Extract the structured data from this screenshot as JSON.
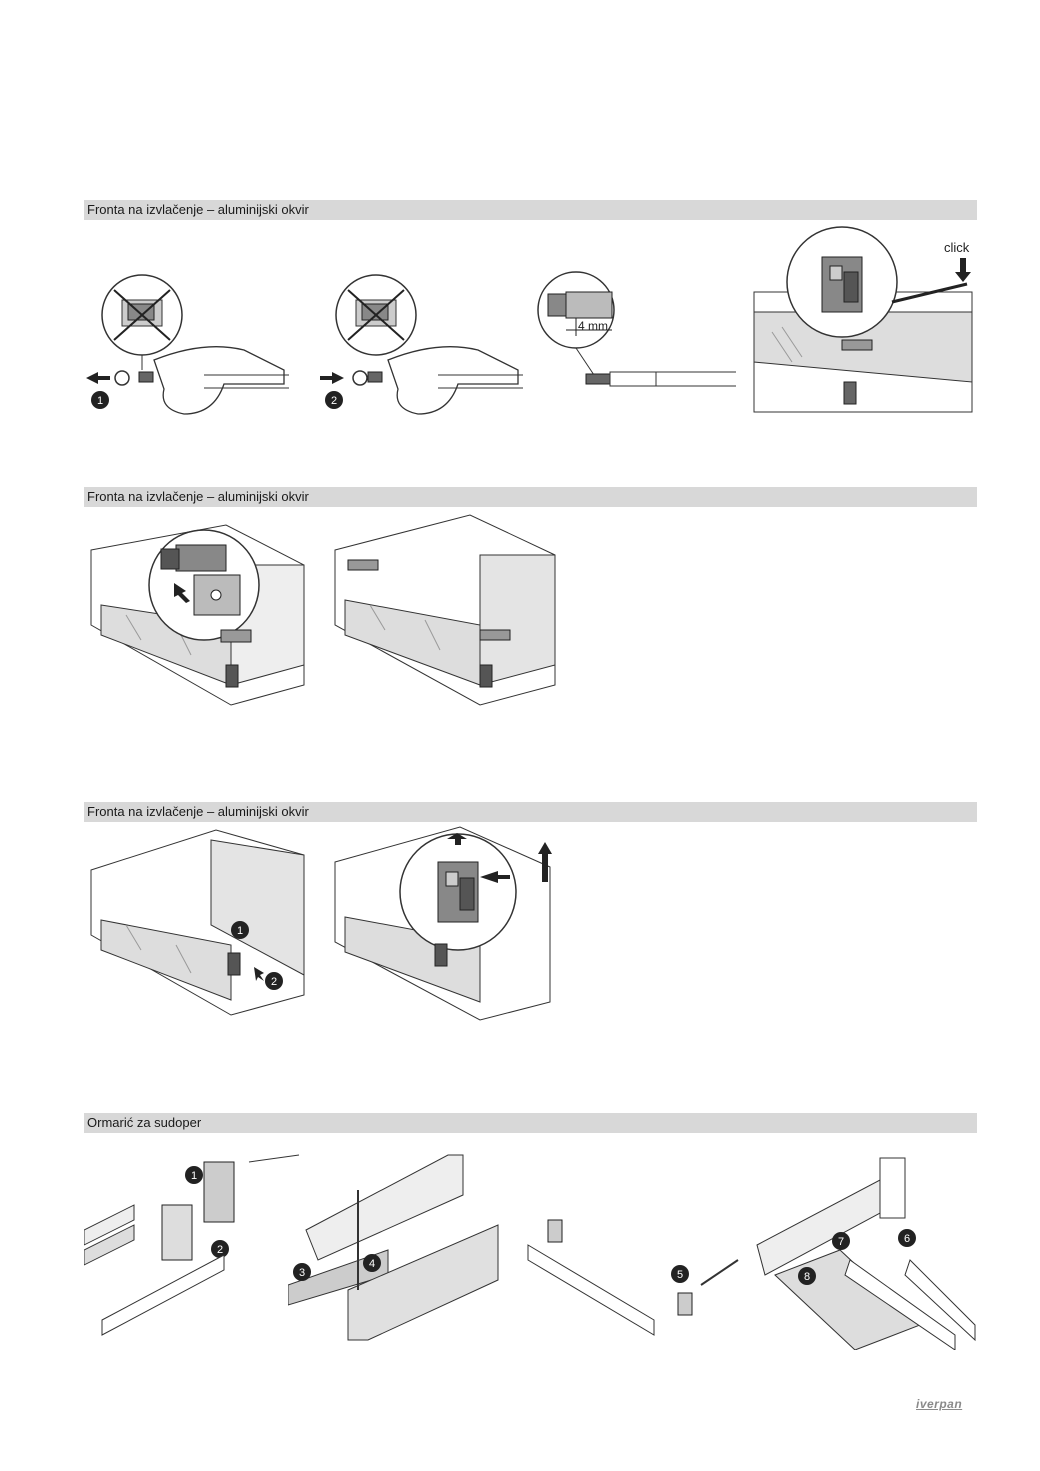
{
  "sections": [
    {
      "title": "Fronta na izvlačenje – aluminijski okvir"
    },
    {
      "title": "Fronta na izvlačenje – aluminijski okvir"
    },
    {
      "title": "Fronta na izvlačenje – aluminijski okvir"
    },
    {
      "title": "Ormarić za sudoper"
    }
  ],
  "labels": {
    "click": "click",
    "measure": "4 mm",
    "steps": [
      "1",
      "2",
      "3",
      "4",
      "5",
      "6",
      "7",
      "8"
    ]
  },
  "logo": "iverpan"
}
